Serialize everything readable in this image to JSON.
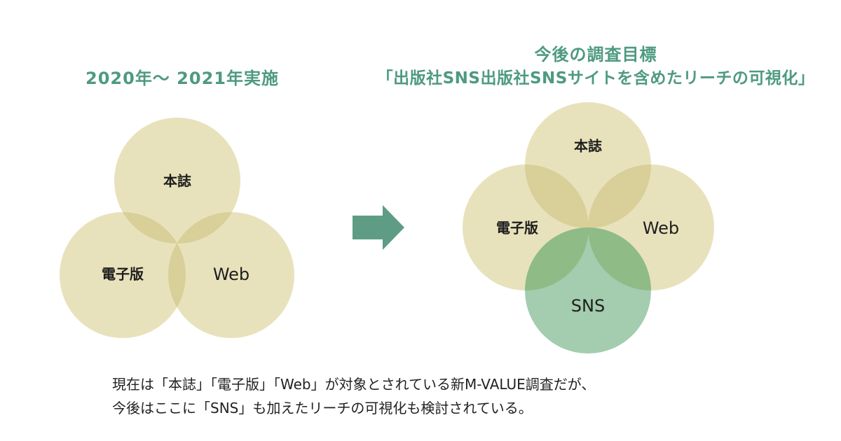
{
  "left": {
    "title": "2020年〜 2021年実施",
    "circles": {
      "top": "本誌",
      "left": "電子版",
      "right": "Web"
    }
  },
  "right": {
    "title_line1": "今後の調査目標",
    "title_line2": "「出版社SNS出版社SNSサイトを含めたリーチの可視化」",
    "circles": {
      "top": "本誌",
      "left": "電子版",
      "right": "Web",
      "bottom": "SNS"
    }
  },
  "caption": {
    "line1": "現在は「本誌」「電子版」「Web」が対象とされている新M-VALUE調査だが、",
    "line2": "今後はここに「SNS」も加えたリーチの可視化も検討されている。"
  },
  "colors": {
    "heading": "#4e9a80",
    "circle_fill": "#e8e2bc",
    "circle_overlap": "#d8cf99",
    "sns_fill": "#a3cdae",
    "sns_overlap": "#8fbb86",
    "arrow": "#5e9c86"
  }
}
